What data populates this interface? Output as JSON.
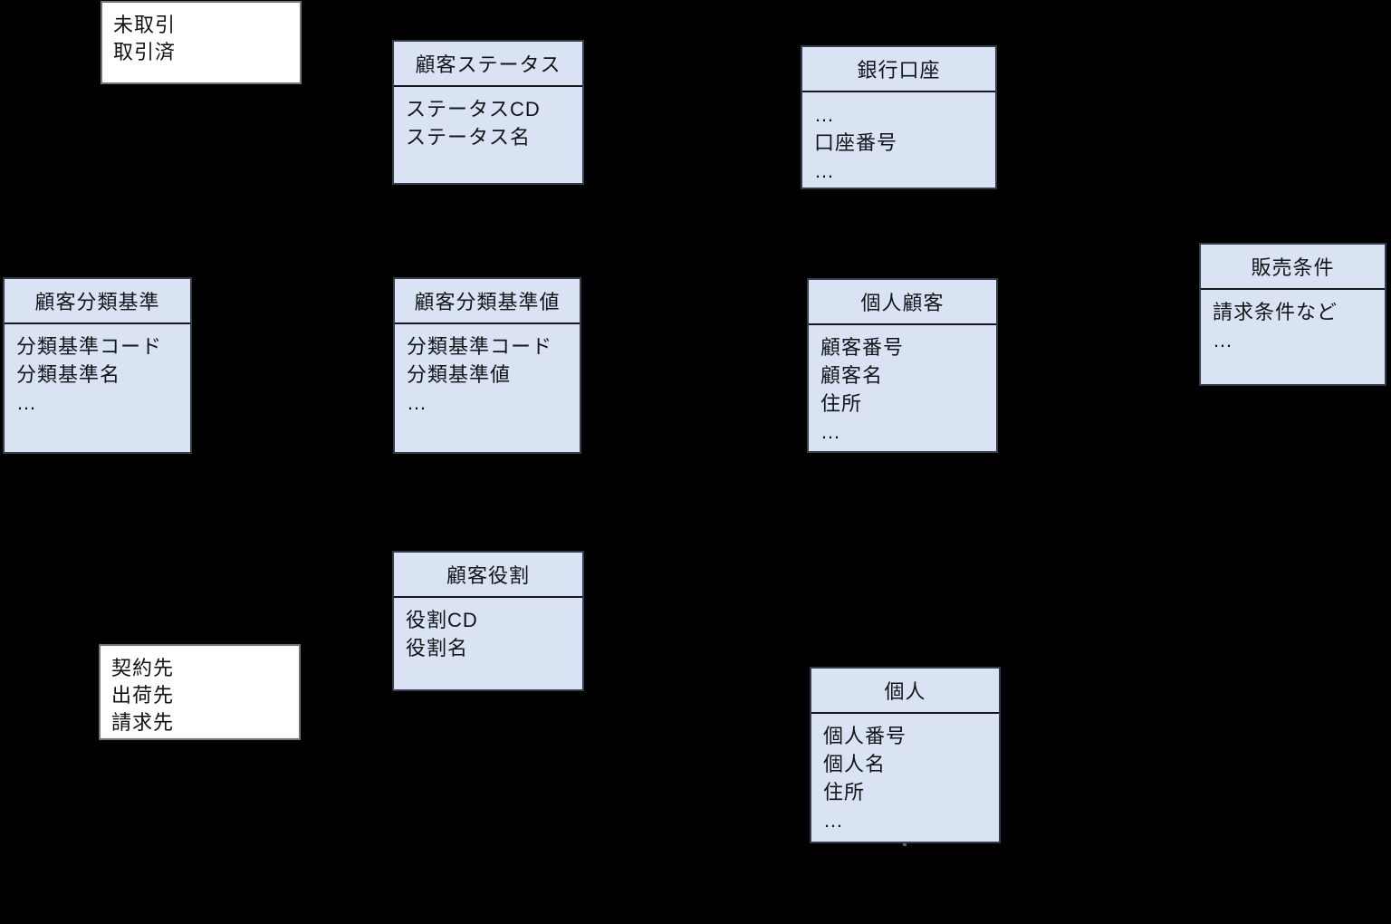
{
  "diagram": {
    "background_color": "#000000",
    "entity_fill_color": "#dae3f3",
    "entity_border_color": "#343c49",
    "note_fill_color": "#ffffff",
    "text_color": "#111418"
  },
  "entities": [
    {
      "id": "customer-status",
      "title": "顧客ステータス",
      "attributes": [
        "ステータスCD",
        "ステータス名"
      ]
    },
    {
      "id": "bank-account",
      "title": "銀行口座",
      "attributes": [
        "…",
        "口座番号",
        "…"
      ]
    },
    {
      "id": "sales-terms",
      "title": "販売条件",
      "attributes": [
        "請求条件など",
        "…"
      ]
    },
    {
      "id": "customer-classification",
      "title": "顧客分類基準",
      "attributes": [
        "分類基準コード",
        "分類基準名",
        "…"
      ]
    },
    {
      "id": "customer-classification-value",
      "title": "顧客分類基準値",
      "attributes": [
        "分類基準コード",
        "分類基準値",
        "…"
      ]
    },
    {
      "id": "individual-customer",
      "title": "個人顧客",
      "attributes": [
        "顧客番号",
        "顧客名",
        "住所",
        "…"
      ]
    },
    {
      "id": "customer-role",
      "title": "顧客役割",
      "attributes": [
        "役割CD",
        "役割名"
      ]
    },
    {
      "id": "individual",
      "title": "個人",
      "attributes": [
        "個人番号",
        "個人名",
        "住所",
        "…"
      ]
    }
  ],
  "notes": [
    {
      "id": "transaction-status",
      "lines": [
        "未取引",
        "取引済"
      ]
    },
    {
      "id": "role-examples",
      "lines": [
        "契約先",
        "出荷先",
        "請求先"
      ]
    }
  ]
}
